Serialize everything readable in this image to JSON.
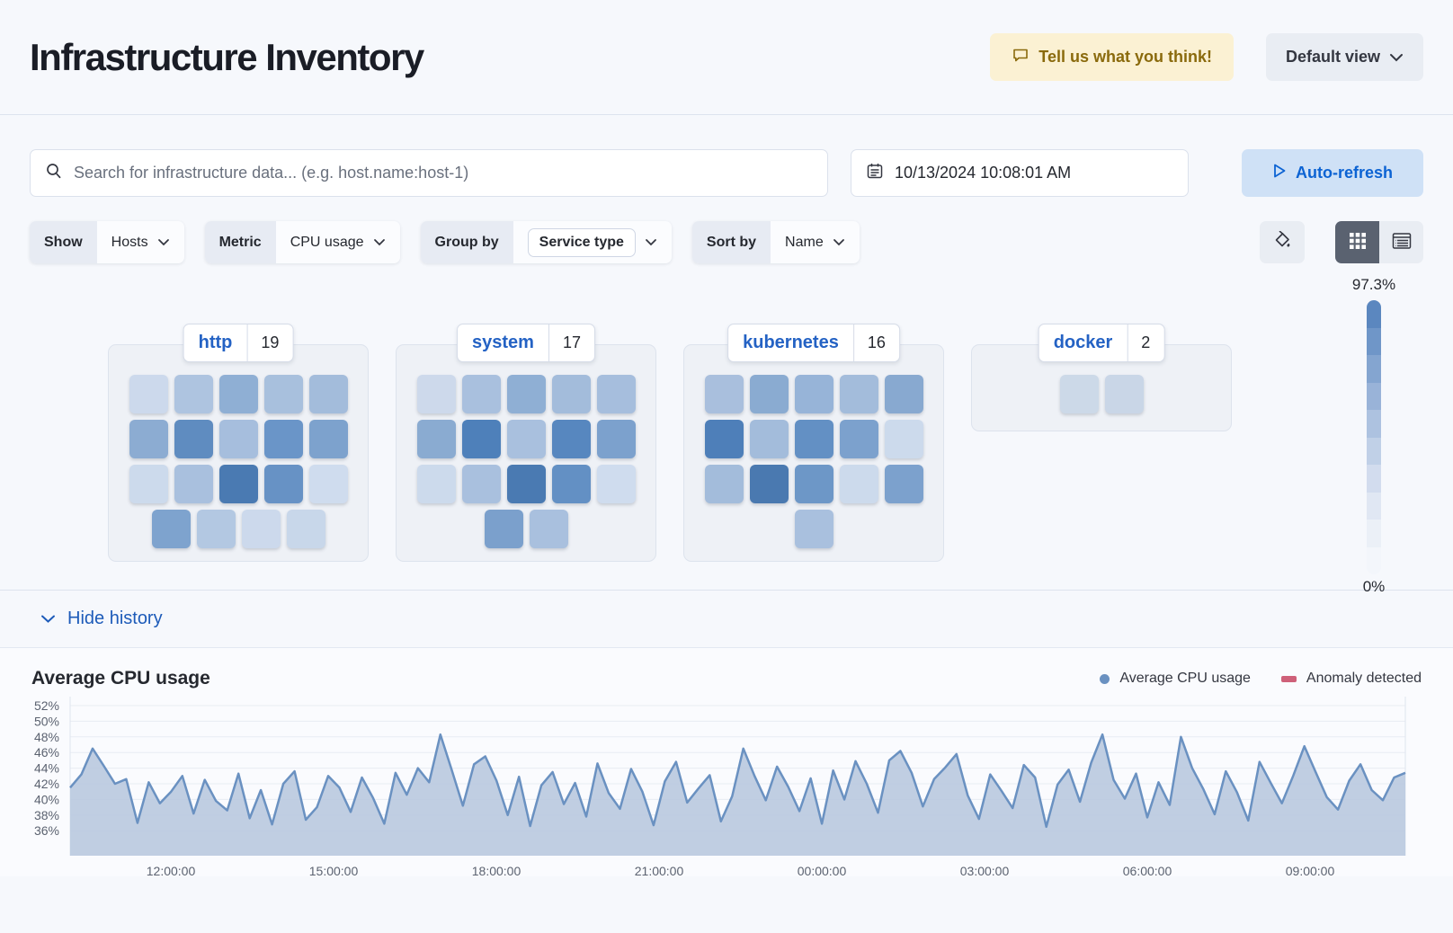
{
  "page": {
    "title": "Infrastructure Inventory"
  },
  "header": {
    "feedback_label": "Tell us what you think!",
    "view_label": "Default view"
  },
  "search": {
    "placeholder": "Search for infrastructure data... (e.g. host.name:host-1)"
  },
  "datepicker": {
    "value": "10/13/2024 10:08:01 AM"
  },
  "autorefresh": {
    "label": "Auto-refresh"
  },
  "filters": [
    {
      "label": "Show",
      "value": "Hosts"
    },
    {
      "label": "Metric",
      "value": "CPU usage"
    },
    {
      "label": "Group by",
      "value": "Service type"
    },
    {
      "label": "Sort by",
      "value": "Name"
    }
  ],
  "legend_scale": {
    "max": "97.3%",
    "min": "0%",
    "colors": [
      "#5b87bf",
      "#6f96c8",
      "#84a5d0",
      "#99b3d8",
      "#adc2e0",
      "#c0d0e7",
      "#d2dcee",
      "#e0e7f3",
      "#ebf0f7",
      "#f3f6fb"
    ]
  },
  "groups": [
    {
      "name": "http",
      "count": "19",
      "rows": [
        [
          "#ccd9ec",
          "#aec4e0",
          "#8fafd4",
          "#a8c0dd",
          "#a3bcdb"
        ],
        [
          "#8cacd2",
          "#5f8cc0",
          "#a6bedd",
          "#6a95c8",
          "#7da2cd"
        ],
        [
          "#ccdaec",
          "#a9c0de",
          "#4a7ab2",
          "#6792c5",
          "#cfdcee"
        ],
        [
          "#7ea3ce",
          "#b3c8e2",
          "#ccd9ec",
          "#c8d7ea"
        ]
      ]
    },
    {
      "name": "system",
      "count": "17",
      "rows": [
        [
          "#cdd9eb",
          "#a9c0de",
          "#8fafd4",
          "#a3bcdb",
          "#a6bedd"
        ],
        [
          "#8aabd1",
          "#4e80ba",
          "#a9c0de",
          "#5787bf",
          "#7ca1cd"
        ],
        [
          "#ccdaec",
          "#a9c0de",
          "#4a7ab2",
          "#6390c4",
          "#cfdcee"
        ],
        [
          "#7ba0cc",
          "#a9c0de"
        ]
      ]
    },
    {
      "name": "kubernetes",
      "count": "16",
      "rows": [
        [
          "#a9bfdd",
          "#8aabd1",
          "#97b4d8",
          "#a3bcdb",
          "#88a9d0"
        ],
        [
          "#4e7fb9",
          "#a3bcdb",
          "#6390c4",
          "#7ca1cd",
          "#ccdaec"
        ],
        [
          "#a3bcdb",
          "#4a79b0",
          "#6d97c7",
          "#ccdaec",
          "#7ca1cd"
        ],
        [
          "#a9c0de"
        ]
      ]
    },
    {
      "name": "docker",
      "count": "2",
      "rows": [
        [
          "#ccd9e8",
          "#c9d6e7"
        ]
      ]
    }
  ],
  "history": {
    "toggle_label": "Hide history"
  },
  "chart_data": {
    "type": "area",
    "title": "Average CPU usage",
    "legend": [
      {
        "label": "Average CPU usage",
        "color": "#6a91c1",
        "shape": "dot"
      },
      {
        "label": "Anomaly detected",
        "color": "#ce6079",
        "shape": "bar"
      }
    ],
    "ylabels": [
      "52%",
      "50%",
      "48%",
      "46%",
      "44%",
      "42%",
      "40%",
      "38%",
      "36%"
    ],
    "xlabels": [
      "12:00:00",
      "15:00:00",
      "18:00:00",
      "21:00:00",
      "00:00:00",
      "03:00:00",
      "06:00:00",
      "09:00:00"
    ],
    "ylim": [
      32,
      53
    ],
    "grid": true,
    "legend_position": "top-right",
    "line_color": "#6a91c1",
    "fill_color": "#b9c9df",
    "grid_color": "#e8ecf3",
    "axis_text_color": "#5b6270",
    "series": [
      {
        "name": "Average CPU usage",
        "values": [
          41.5,
          43.2,
          46.5,
          44.3,
          42.0,
          42.6,
          37.0,
          42.2,
          39.5,
          41.0,
          43.0,
          38.2,
          42.5,
          39.8,
          38.6,
          43.3,
          37.6,
          41.2,
          36.8,
          42.0,
          43.6,
          37.4,
          39.0,
          43.0,
          41.5,
          38.4,
          42.8,
          40.2,
          36.9,
          43.4,
          40.6,
          44.0,
          42.2,
          48.3,
          43.8,
          39.2,
          44.5,
          45.5,
          42.4,
          38.0,
          42.9,
          36.6,
          41.8,
          43.5,
          39.4,
          42.1,
          37.8,
          44.6,
          40.8,
          38.8,
          43.9,
          41.0,
          36.7,
          42.3,
          44.8,
          39.6,
          41.4,
          43.1,
          37.2,
          40.4,
          46.5,
          43.0,
          39.9,
          44.2,
          41.6,
          38.5,
          42.7,
          36.9,
          43.7,
          40.0,
          44.9,
          42.0,
          38.3,
          45.0,
          46.2,
          43.4,
          39.1,
          42.6,
          44.1,
          45.8,
          40.5,
          37.5,
          43.2,
          41.1,
          38.9,
          44.4,
          42.8,
          36.5,
          41.9,
          43.8,
          39.7,
          44.7,
          48.3,
          42.5,
          40.1,
          43.3,
          37.7,
          42.2,
          39.3,
          48.0,
          44.0,
          41.3,
          38.1,
          43.6,
          40.9,
          37.3,
          44.8,
          42.1,
          39.5,
          43.0,
          46.8,
          43.5,
          40.3,
          38.7,
          42.4,
          44.5,
          41.2,
          39.9,
          42.8,
          43.4
        ]
      }
    ]
  }
}
